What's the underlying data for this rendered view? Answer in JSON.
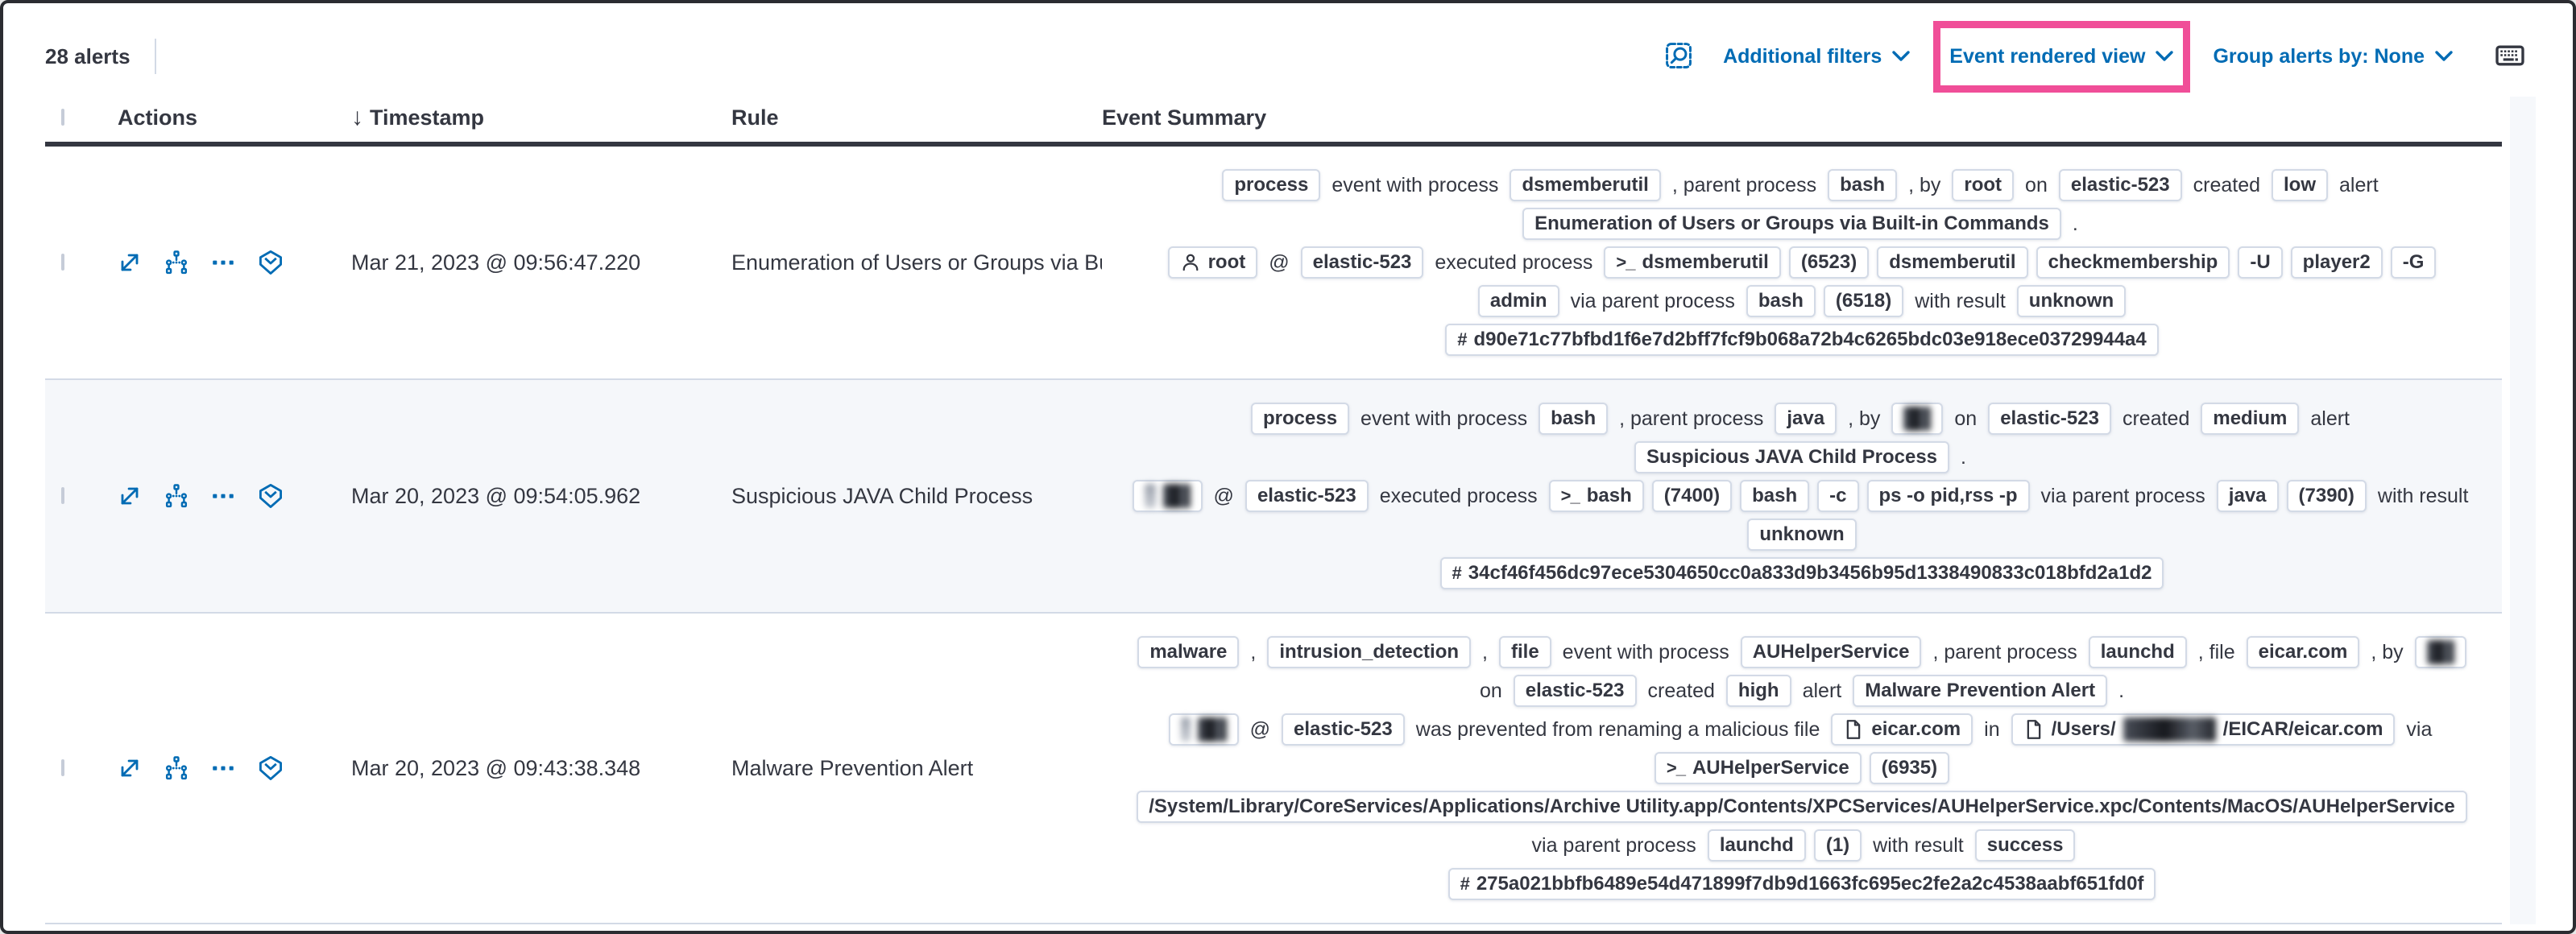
{
  "toolbar": {
    "alert_count": "28 alerts",
    "inspect_icon": "inspect-magnifier",
    "additional_filters_label": "Additional filters",
    "view_selector_label": "Event rendered view",
    "group_by_label": "Group alerts by: None",
    "keyboard_icon": "keyboard",
    "highlight_color": "#f04e98",
    "link_color": "#006bb4"
  },
  "table": {
    "headers": {
      "actions": "Actions",
      "timestamp": "Timestamp",
      "rule": "Rule",
      "event_summary": "Event Summary"
    },
    "sort_icon": "arrow-down",
    "sort_glyph": "↓",
    "row_action_icons": [
      "expand",
      "analyze-event",
      "more-actions",
      "session-view"
    ],
    "rows": [
      {
        "striped": false,
        "timestamp": "Mar 21, 2023 @ 09:56:47.220",
        "rule": "Enumeration of Users or Groups via Bui",
        "summary": [
          [
            {
              "badge": "process"
            },
            {
              "text": "event with process"
            },
            {
              "badge": "dsmemberutil"
            },
            {
              "text": ", parent process"
            },
            {
              "badge": "bash"
            },
            {
              "text": ", by"
            },
            {
              "badge": "root"
            },
            {
              "text": "on"
            },
            {
              "badge": "elastic-523"
            },
            {
              "text": "created"
            },
            {
              "badge": "low"
            },
            {
              "text": "alert"
            }
          ],
          [
            {
              "badge": "Enumeration of Users or Groups via Built-in Commands"
            },
            {
              "text": "."
            }
          ],
          [
            {
              "badge": "root",
              "icon": "user"
            },
            {
              "text": "@"
            },
            {
              "badge": "elastic-523"
            },
            {
              "text": "executed process"
            },
            {
              "badge": "dsmemberutil",
              "icon": "terminal"
            },
            {
              "badge": "(6523)"
            },
            {
              "badge": "dsmemberutil"
            },
            {
              "badge": "checkmembership"
            },
            {
              "badge": "-U"
            },
            {
              "badge": "player2"
            },
            {
              "badge": "-G"
            }
          ],
          [
            {
              "badge": "admin"
            },
            {
              "text": "via parent process"
            },
            {
              "badge": "bash"
            },
            {
              "badge": "(6518)"
            },
            {
              "text": "with result"
            },
            {
              "badge": "unknown"
            }
          ],
          [
            {
              "badge": "d90e71c77bfbd1f6e7d2bff7fcf9b068a72b4c6265bdc03e918ece03729944a4",
              "icon": "hash"
            }
          ]
        ]
      },
      {
        "striped": true,
        "timestamp": "Mar 20, 2023 @ 09:54:05.962",
        "rule": "Suspicious JAVA Child Process",
        "summary": [
          [
            {
              "badge": "process"
            },
            {
              "text": "event with process"
            },
            {
              "badge": "bash"
            },
            {
              "text": ", parent process"
            },
            {
              "badge": "java"
            },
            {
              "text": ", by"
            },
            {
              "badge_parts": [
                {
                  "blur": 34,
                  "tone": "dark"
                }
              ]
            },
            {
              "text": "on"
            },
            {
              "badge": "elastic-523"
            },
            {
              "text": "created"
            },
            {
              "badge": "medium"
            },
            {
              "text": "alert"
            }
          ],
          [
            {
              "badge": "Suspicious JAVA Child Process"
            },
            {
              "text": "."
            }
          ],
          [
            {
              "badge_parts": [
                {
                  "blur": 14,
                  "tone": "light"
                },
                {
                  "blur": 34,
                  "tone": "dark"
                }
              ]
            },
            {
              "text": "@"
            },
            {
              "badge": "elastic-523"
            },
            {
              "text": "executed process"
            },
            {
              "badge": "bash",
              "icon": "terminal"
            },
            {
              "badge": "(7400)"
            },
            {
              "badge": "bash"
            },
            {
              "badge": "-c"
            },
            {
              "badge": "ps -o pid,rss -p"
            },
            {
              "text": "via parent process"
            },
            {
              "badge": "java"
            },
            {
              "badge": "(7390)"
            },
            {
              "text": "with result"
            }
          ],
          [
            {
              "badge": "unknown"
            }
          ],
          [
            {
              "badge": "34cf46f456dc97ece5304650cc0a833d9b3456b95d1338490833c018bfd2a1d2",
              "icon": "hash"
            }
          ]
        ]
      },
      {
        "striped": false,
        "timestamp": "Mar 20, 2023 @ 09:43:38.348",
        "rule": "Malware Prevention Alert",
        "summary": [
          [
            {
              "badge": "malware"
            },
            {
              "text": ","
            },
            {
              "badge": "intrusion_detection"
            },
            {
              "text": ","
            },
            {
              "badge": "file"
            },
            {
              "text": "event with process"
            },
            {
              "badge": "AUHelperService"
            },
            {
              "text": ", parent process"
            },
            {
              "badge": "launchd"
            },
            {
              "text": ", file"
            },
            {
              "badge": "eicar.com"
            },
            {
              "text": ", by"
            },
            {
              "badge_parts": [
                {
                  "blur": 34,
                  "tone": "dark"
                }
              ]
            }
          ],
          [
            {
              "text": "on"
            },
            {
              "badge": "elastic-523"
            },
            {
              "text": "created"
            },
            {
              "badge": "high"
            },
            {
              "text": "alert"
            },
            {
              "badge": "Malware Prevention Alert"
            },
            {
              "text": "."
            }
          ],
          [
            {
              "badge_parts": [
                {
                  "blur": 12,
                  "tone": "light"
                },
                {
                  "blur": 36,
                  "tone": "dark"
                }
              ]
            },
            {
              "text": "@"
            },
            {
              "badge": "elastic-523"
            },
            {
              "text": "was prevented from renaming a malicious file"
            },
            {
              "badge": "eicar.com",
              "icon": "file"
            },
            {
              "text": "in"
            },
            {
              "badge_parts": [
                {
                  "text": "/Users/"
                },
                {
                  "blur": 115,
                  "tone": "dark"
                },
                {
                  "text": "/EICAR/eicar.com"
                }
              ],
              "icon": "file"
            },
            {
              "text": "via"
            }
          ],
          [
            {
              "badge": "AUHelperService",
              "icon": "terminal"
            },
            {
              "badge": "(6935)"
            }
          ],
          [
            {
              "badge": "/System/Library/CoreServices/Applications/Archive Utility.app/Contents/XPCServices/AUHelperService.xpc/Contents/MacOS/AUHelperService"
            }
          ],
          [
            {
              "text": "via parent process"
            },
            {
              "badge": "launchd"
            },
            {
              "badge": "(1)"
            },
            {
              "text": "with result"
            },
            {
              "badge": "success"
            }
          ],
          [
            {
              "badge": "275a021bbfb6489e54d471899f7db9d1663fc695ec2fe2a2c4538aabf651fd0f",
              "icon": "hash"
            }
          ]
        ]
      }
    ]
  }
}
